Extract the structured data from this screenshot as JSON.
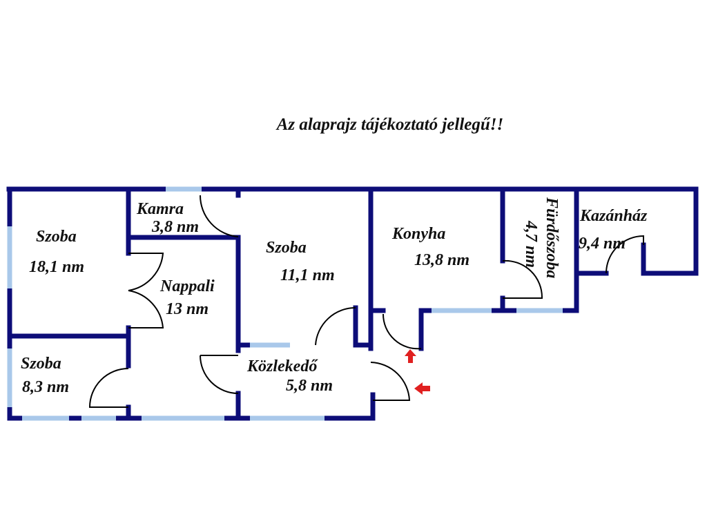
{
  "title": "Az alaprajz tájékoztató jellegű!!",
  "colors": {
    "wall": "#0d0d78",
    "window": "#a9c8ea",
    "entry_arrow": "#e02020"
  },
  "rooms": [
    {
      "name": "Szoba",
      "area": "18,1 nm"
    },
    {
      "name": "Kamra",
      "area": "3,8 nm"
    },
    {
      "name": "Nappali",
      "area": "13 nm"
    },
    {
      "name": "Szoba",
      "area": "11,1 nm"
    },
    {
      "name": "Szoba",
      "area": "8,3 nm"
    },
    {
      "name": "Közlekedő",
      "area": "5,8 nm"
    },
    {
      "name": "Konyha",
      "area": "13,8 nm"
    },
    {
      "name": "Fürdőszoba",
      "area": "4,7 nm"
    },
    {
      "name": "Kazánház",
      "area": "9,4 nm"
    }
  ]
}
